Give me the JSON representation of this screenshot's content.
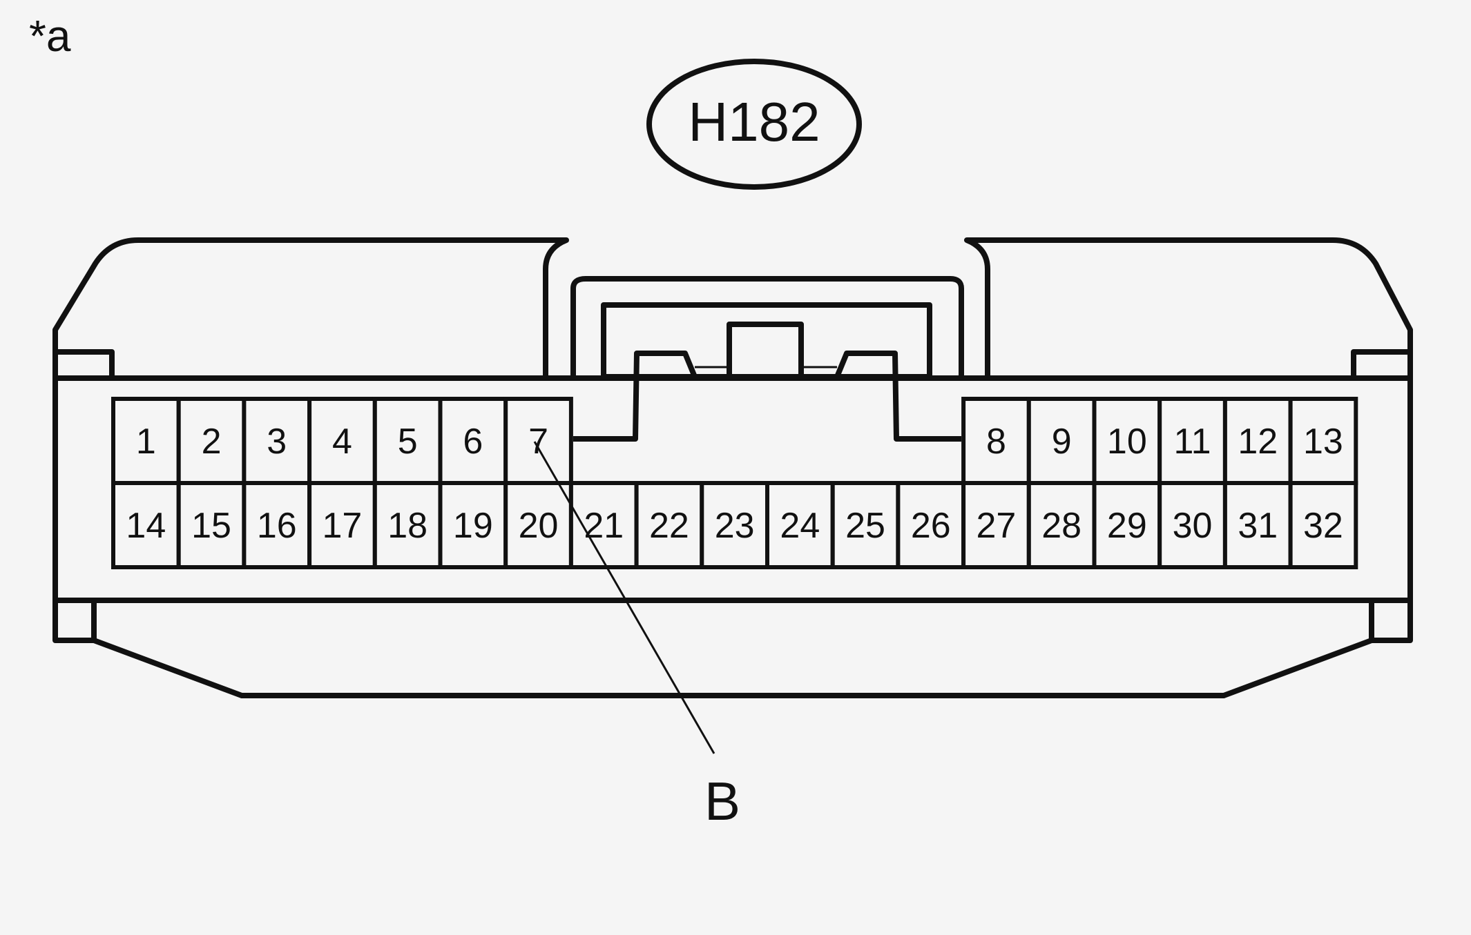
{
  "figure_mark": "*a",
  "connector_id": "H182",
  "callout_label": "B",
  "called_out_pin": "7",
  "pins": {
    "top_left": [
      "1",
      "2",
      "3",
      "4",
      "5",
      "6",
      "7"
    ],
    "top_right": [
      "8",
      "9",
      "10",
      "11",
      "12",
      "13"
    ],
    "bottom": [
      "14",
      "15",
      "16",
      "17",
      "18",
      "19",
      "20",
      "21",
      "22",
      "23",
      "24",
      "25",
      "26",
      "27",
      "28",
      "29",
      "30",
      "31",
      "32"
    ]
  }
}
